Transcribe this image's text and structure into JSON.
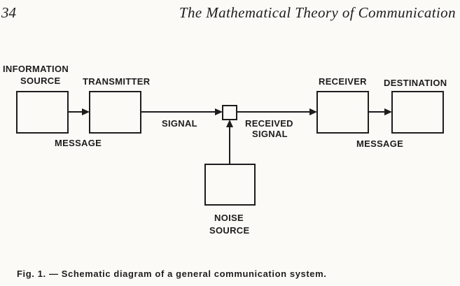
{
  "header": {
    "page_number": "34",
    "running_head": "The Mathematical Theory of Communication"
  },
  "diagram": {
    "source_label_line1": "INFORMATION",
    "source_label_line2": "SOURCE",
    "transmitter_label": "TRANSMITTER",
    "receiver_label": "RECEIVER",
    "destination_label": "DESTINATION",
    "noise_label_line1": "NOISE",
    "noise_label_line2": "SOURCE",
    "message_left": "MESSAGE",
    "signal": "SIGNAL",
    "received_signal_line1": "RECEIVED",
    "received_signal_line2": "SIGNAL",
    "message_right": "MESSAGE"
  },
  "caption": "Fig. 1. — Schematic diagram of a general communication system."
}
